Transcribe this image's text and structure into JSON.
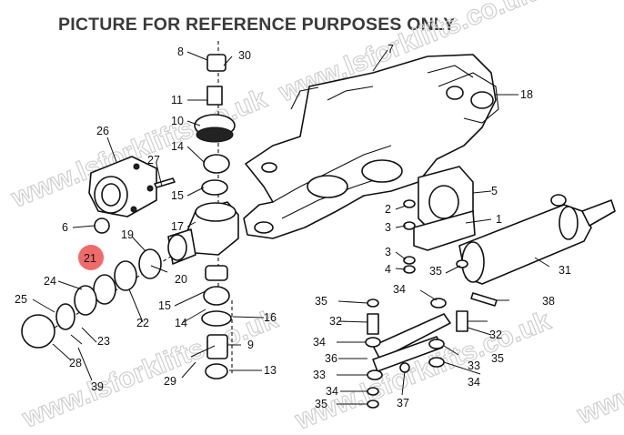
{
  "banner": "PICTURE FOR REFERENCE PURPOSES ONLY",
  "watermark_text": "www.lsforklifts.co.uk",
  "highlight_color": "#f06a6a",
  "callouts": {
    "c1": "1",
    "c3a": "3",
    "c3b": "3",
    "c4": "4",
    "c5": "5",
    "c6": "6",
    "c7": "7",
    "c8": "8",
    "c9": "9",
    "c11": "11",
    "c10": "10",
    "c13": "13",
    "c14a": "14",
    "c14b": "14",
    "c15a": "15",
    "c15b": "15",
    "c16": "16",
    "c17": "17",
    "c18": "18",
    "c19": "19",
    "c20": "20",
    "c21": "21",
    "c22": "22",
    "c23": "23",
    "c24": "24",
    "c25": "25",
    "c26": "26",
    "c27": "27",
    "c28": "28",
    "c29": "29",
    "c30": "30",
    "c31": "31",
    "c32a": "32",
    "c32b": "32",
    "c33a": "33",
    "c33b": "33",
    "c34a": "34",
    "c34b": "34",
    "c34c": "34",
    "c34d": "34",
    "c35a": "35",
    "c35b": "35",
    "c35c": "35",
    "c35d": "35",
    "c36": "36",
    "c37": "37",
    "c38": "38",
    "c39": "39",
    "c2": "2"
  }
}
